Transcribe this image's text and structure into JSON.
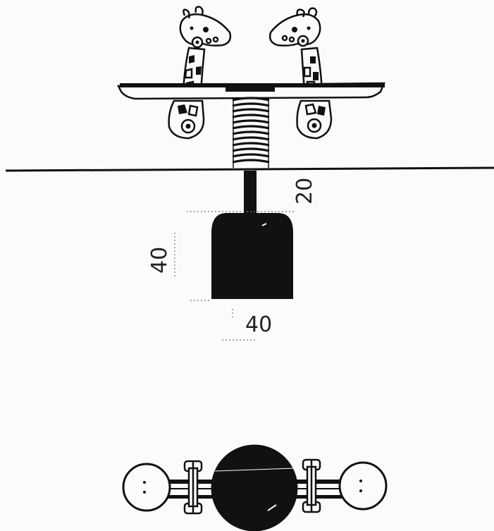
{
  "dimensions": {
    "stem_height": "20",
    "footing_height": "40",
    "footing_width": "40"
  },
  "colors": {
    "ink": "#111111",
    "paper": "#fbfbfa",
    "dotted": "#777777"
  }
}
